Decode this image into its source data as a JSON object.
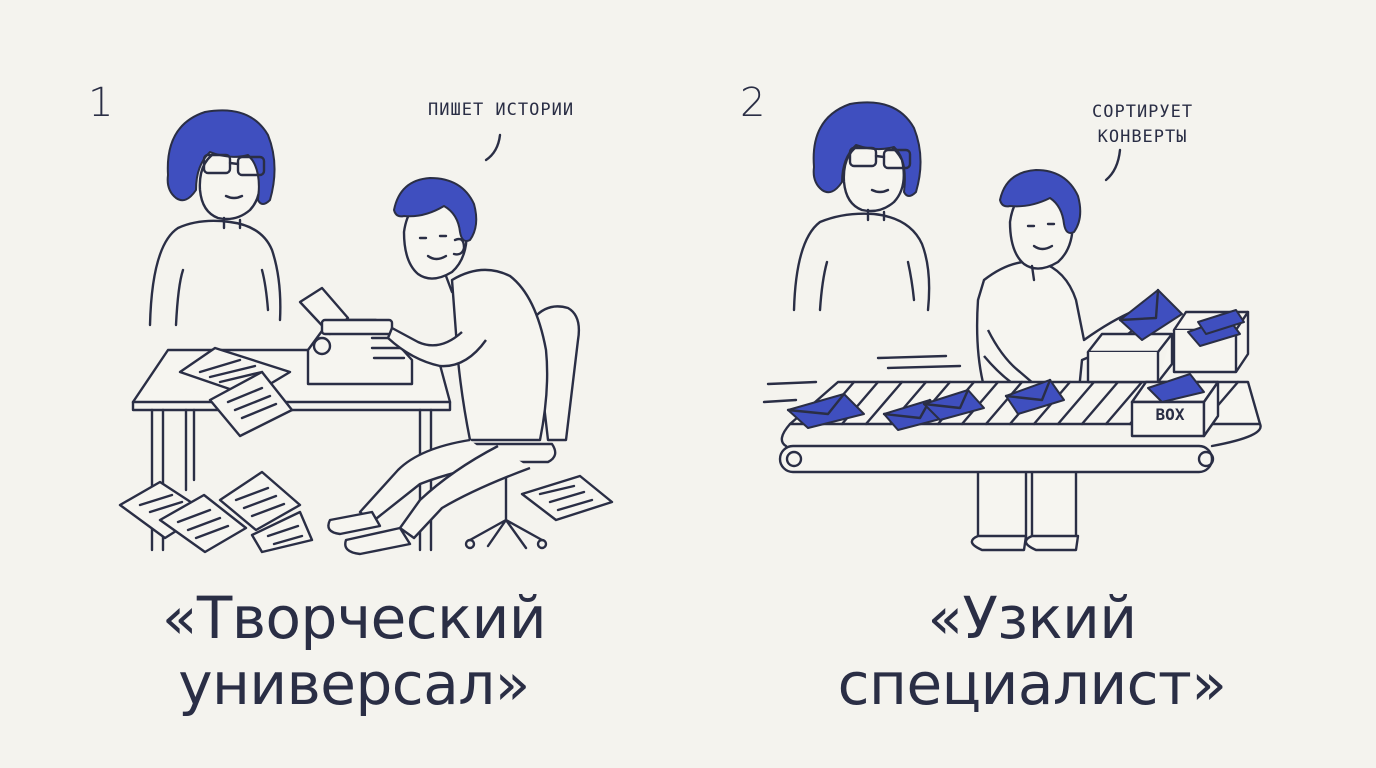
{
  "panels": [
    {
      "number": "1",
      "bubble": "ПИШЕТ ИСТОРИИ",
      "caption_line1": "«Творческий",
      "caption_line2": "универсал»"
    },
    {
      "number": "2",
      "bubble": "СОРТИРУЕТ\nКОНВЕРТЫ",
      "box_label": "BOX",
      "caption_line1": "«Узкий",
      "caption_line2": "специалист»"
    }
  ],
  "colors": {
    "background": "#f4f3ee",
    "line": "#2a2e45",
    "accent_blue": "#3f4fbf"
  }
}
